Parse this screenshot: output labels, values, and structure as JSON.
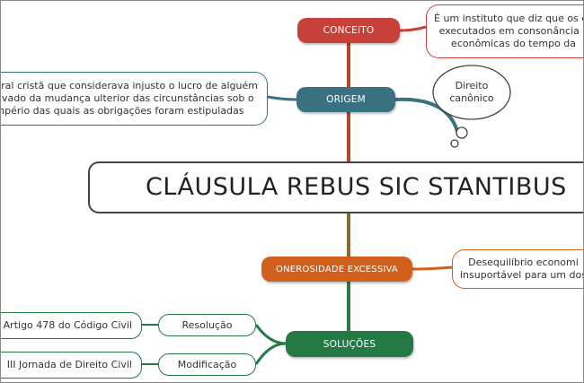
{
  "title": "CLÁUSULA REBUS SIC STANTIBUS",
  "colors": {
    "conceito": "#c8403a",
    "origem": "#3a7182",
    "onerosidade": "#d2601d",
    "solucoes": "#237a45",
    "trunk_top": "#b8452e",
    "trunk_bottom": "#2e7a45"
  },
  "nodes": {
    "conceito": {
      "label": "CONCEITO",
      "detail": [
        "É um instituto que diz que os co",
        "executados em consonância c",
        "econômicas do tempo da"
      ]
    },
    "origem": {
      "label": "ORIGEM",
      "detail": [
        "oral cristã que considerava injusto o lucro de alguém",
        "rivado da mudança ulterior das circunstâncias sob o",
        "mpério das quais as obrigações foram estipuladas"
      ],
      "cloud": [
        "Direito",
        "canônico"
      ]
    },
    "onerosidade": {
      "label": "ONEROSIDADE EXCESSIVA",
      "detail": [
        "Desequilíbrio economi",
        "insuportável para um dos"
      ]
    },
    "solucoes": {
      "label": "SOLUÇÕES",
      "items": [
        {
          "label": "Resolução",
          "detail": "Artigo 478 do Código Civil"
        },
        {
          "label": "Modificação",
          "detail": "III Jornada de Direito Civil"
        }
      ]
    }
  }
}
